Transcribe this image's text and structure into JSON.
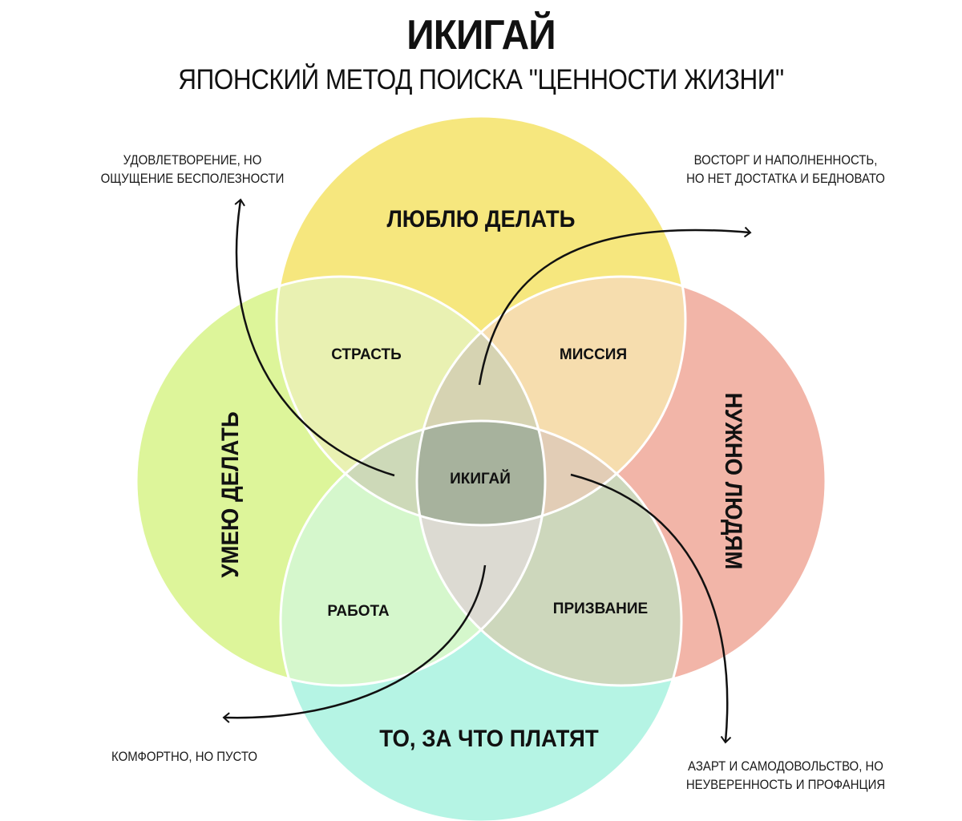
{
  "header": {
    "title": "ИКИГАЙ",
    "subtitle": "ЯПОНСКИЙ МЕТОД ПОИСКА \"ЦЕННОСТИ ЖИЗНИ\""
  },
  "circles": {
    "love": {
      "label": "ЛЮБЛЮ ДЕЛАТЬ",
      "color": "#F6E77E"
    },
    "good_at": {
      "label": "УМЕЮ ДЕЛАТЬ",
      "color": "#DDF59A"
    },
    "world_needs": {
      "label": "НУЖНО ЛЮДЯМ",
      "color": "#F2B5A8"
    },
    "paid_for": {
      "label": "ТО, ЗА ЧТО ПЛАТЯТ",
      "color": "#B5F4E4"
    }
  },
  "intersections": {
    "passion": {
      "label": "СТРАСТЬ",
      "color": "#E9F1B2"
    },
    "mission": {
      "label": "МИССИЯ",
      "color": "#F6DDAE"
    },
    "profession": {
      "label": "РАБОТА",
      "color": "#D5F7CC"
    },
    "vocation": {
      "label": "ПРИЗВАНИЕ",
      "color": "#CDD7BC"
    },
    "center": {
      "label": "ИКИГАЙ",
      "color": "#A7B29D"
    },
    "top_petal": {
      "color": "#D6D3B2"
    },
    "left_petal": {
      "color": "#CDD9B8"
    },
    "right_petal": {
      "color": "#E2CDB6"
    },
    "bottom_petal": {
      "color": "#DCDAD2"
    }
  },
  "notes": {
    "top_left": [
      "УДОВЛЕТВОРЕНИЕ, НО",
      "ОЩУЩЕНИЕ БЕСПОЛЕЗНОСТИ"
    ],
    "top_right": [
      "ВОСТОРГ И НАПОЛНЕННОСТЬ,",
      "НО НЕТ ДОСТАТКА И БЕДНОВАТО"
    ],
    "bottom_left": [
      "КОМФОРТНО, НО ПУСТО"
    ],
    "bottom_right": [
      "АЗАРТ И САМОДОВОЛЬСТВО, НО",
      "НЕУВЕРЕННОСТЬ И ПРОФАНЦИЯ"
    ]
  }
}
